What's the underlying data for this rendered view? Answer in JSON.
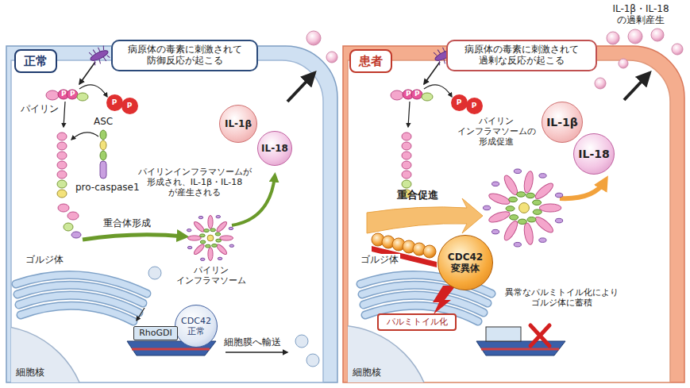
{
  "diagram": {
    "nodes": [
      {
        "text": [
          "正常"
        ]
      },
      {
        "text": [
          "病原体の毒素に刺激されて 防御反応が起こる"
        ]
      },
      {
        "text": [
          "P"
        ]
      },
      {
        "text": [
          "P"
        ]
      },
      {
        "text": [
          "IL-1β"
        ]
      },
      {
        "text": [
          "IL-18"
        ]
      },
      {
        "text": [
          "CDC42 正常"
        ]
      },
      {
        "text": [
          "RhoGDI"
        ]
      },
      {
        "text": [
          "患者"
        ]
      },
      {
        "text": [
          "病原体の毒素に刺激されて 過剰な反応が起こる"
        ]
      },
      {
        "text": [
          "P"
        ]
      },
      {
        "text": [
          "P"
        ]
      },
      {
        "text": [
          "IL-1β"
        ]
      },
      {
        "text": [
          "IL-18"
        ]
      },
      {
        "text": [
          "CDC42 変異体"
        ]
      },
      {
        "text": [
          "パルミトイル化"
        ]
      }
    ],
    "labels": [
      "P",
      "P",
      "パイリン",
      "ASC",
      "pro-caspase1",
      "パイリンインフラマソームが 形成され、IL-1β・IL-18 が産生される",
      "重合体形成",
      "パイリン インフラマソーム",
      "ゴルジ体",
      "細胞膜へ輸送",
      "細胞核",
      "IL-1β・IL-18 の過剰産生",
      "P",
      "P",
      "パイリン インフラマソームの 形成促進",
      "重合促進",
      "ゴルジ体",
      "異常なパルミトイル化により ゴルジ体に蓄積",
      "細胞核"
    ]
  }
}
